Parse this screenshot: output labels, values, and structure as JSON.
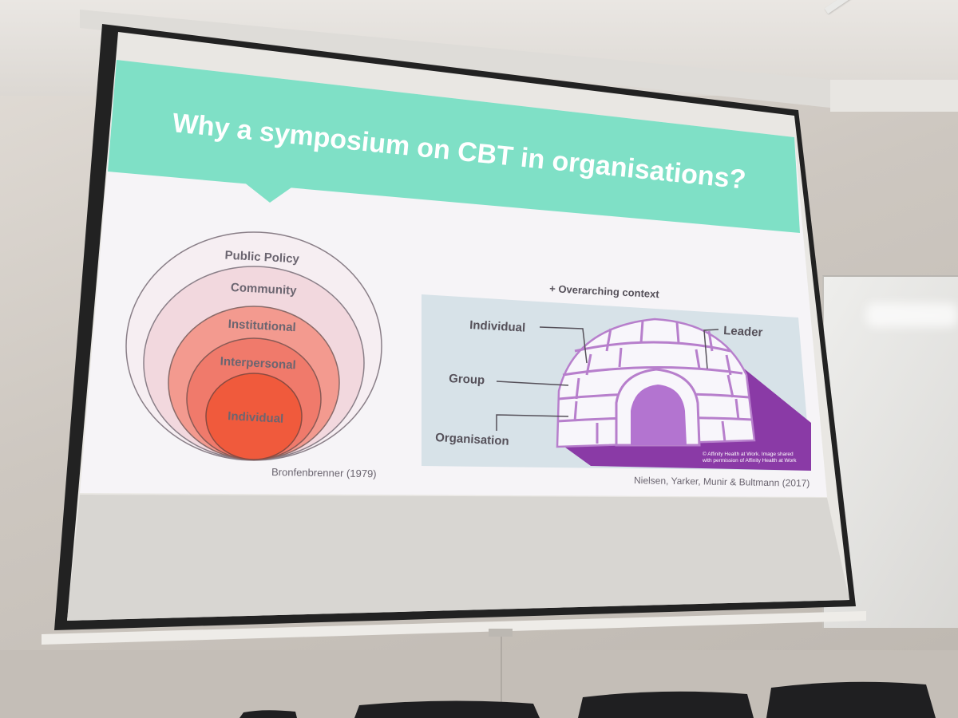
{
  "slide": {
    "title": "Why a symposium on CBT in organisations?",
    "left_diagram": {
      "rings": [
        "Public Policy",
        "Community",
        "Institutional",
        "Interpersonal",
        "Individual"
      ],
      "citation": "Bronfenbrenner (1979)"
    },
    "right_diagram": {
      "heading": "+ Overarching context",
      "labels": {
        "individual": "Individual",
        "leader": "Leader",
        "group": "Group",
        "organisation": "Organisation"
      },
      "copyright_line1": "© Affinity Health at Work. Image shared",
      "copyright_line2": "with permission of Affinity Health at Work",
      "citation": "Nielsen, Yarker, Munir & Bultmann (2017)"
    }
  },
  "colors": {
    "title_band": "#7fe0c6",
    "slide_bg": "#f5f3f6",
    "igloo_panel": "#d7e2e8",
    "igloo_purple": "#8a3aa6",
    "ring_outer": "#f6eef2",
    "ring_mid": "#f2d8de",
    "ring_inst": "#f39a8f",
    "ring_inter": "#f07a6b",
    "ring_core": "#f05a3c"
  }
}
